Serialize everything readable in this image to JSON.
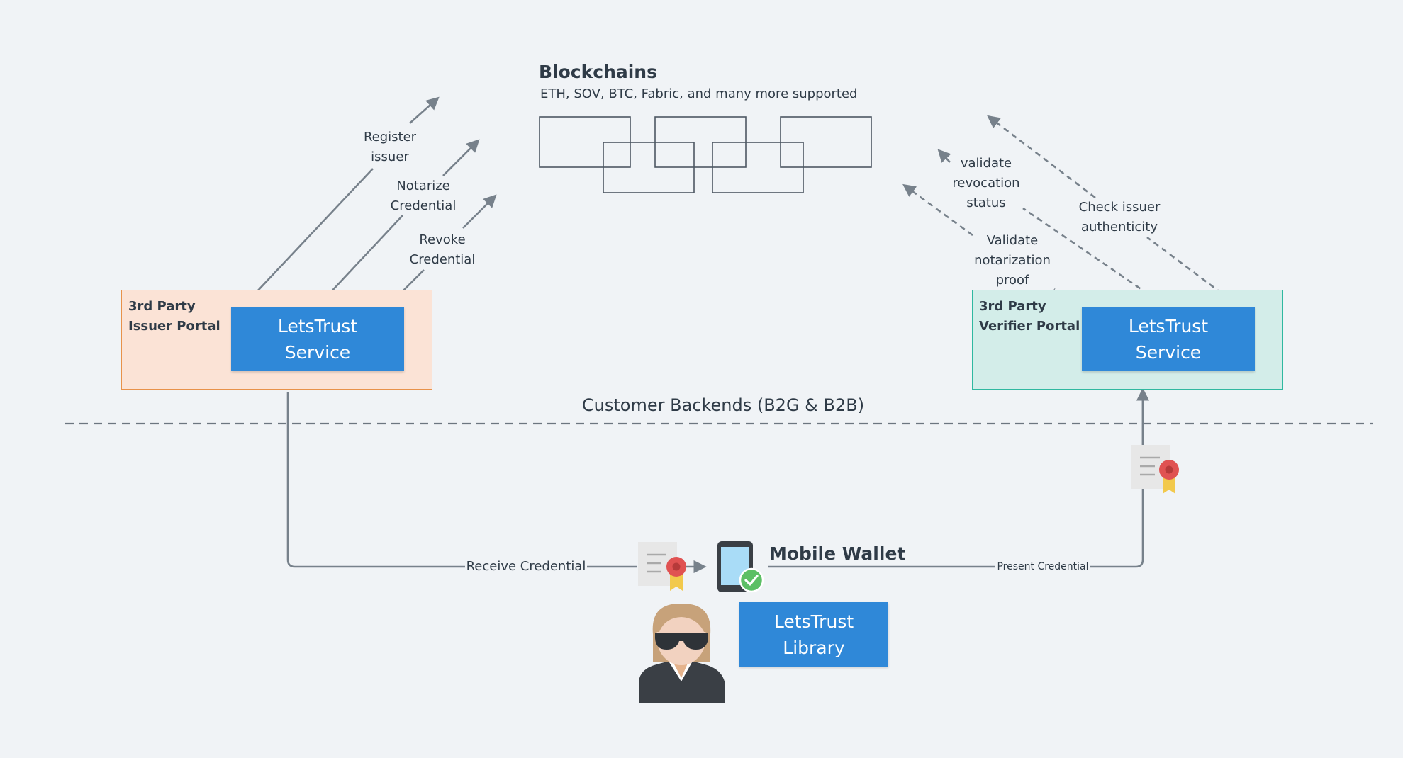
{
  "blockchains": {
    "title": "Blockchains",
    "subtitle": "ETH, SOV, BTC, Fabric, and many more supported"
  },
  "issuer": {
    "portal_line1": "3rd Party",
    "portal_line2": "Issuer Portal",
    "service_line1": "LetsTrust",
    "service_line2": "Service",
    "actions": {
      "register_line1": "Register",
      "register_line2": "issuer",
      "notarize_line1": "Notarize",
      "notarize_line2": "Credential",
      "revoke_line1": "Revoke",
      "revoke_line2": "Credential"
    }
  },
  "verifier": {
    "portal_line1": "3rd Party",
    "portal_line2": "Verifier Portal",
    "service_line1": "LetsTrust",
    "service_line2": "Service",
    "actions": {
      "revocation_line1": "validate",
      "revocation_line2": "revocation",
      "revocation_line3": "status",
      "notarization_line1": "Validate",
      "notarization_line2": "notarization",
      "notarization_line3": "proof",
      "authenticity_line1": "Check issuer",
      "authenticity_line2": "authenticity"
    }
  },
  "divider_label": "Customer Backends (B2G & B2B)",
  "wallet": {
    "title": "Mobile Wallet",
    "library_line1": "LetsTrust",
    "library_line2": "Library",
    "receive_label": "Receive Credential",
    "present_label": "Present Credential"
  },
  "icons": [
    "certificate-icon",
    "smartphone-check-icon",
    "user-avatar-icon"
  ],
  "colors": {
    "background": "#f0f3f6",
    "service_blue": "#2f88d8",
    "issuer_fill": "#fbe3d6",
    "issuer_border": "#e8924a",
    "verifier_fill": "#d3ede9",
    "verifier_border": "#2fb8a0",
    "connector": "#77818b"
  }
}
